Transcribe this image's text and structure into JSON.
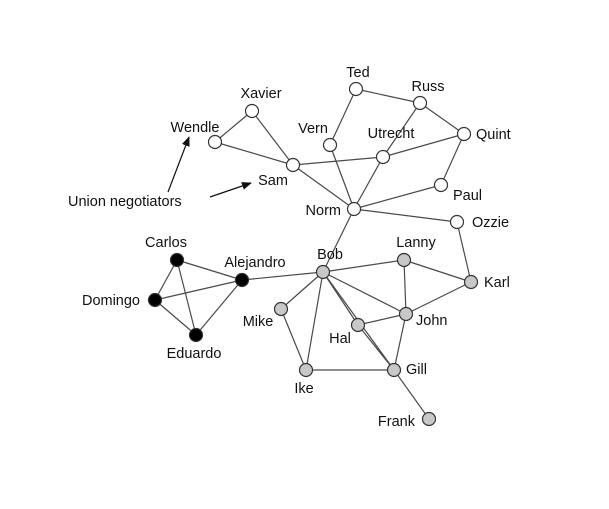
{
  "colors": {
    "white_group": "#ffffff",
    "black_group": "#000000",
    "gray_group": "#c8c8c8"
  },
  "nodes": [
    {
      "id": "ted",
      "label": "Ted",
      "group": "white"
    },
    {
      "id": "russ",
      "label": "Russ",
      "group": "white"
    },
    {
      "id": "xavier",
      "label": "Xavier",
      "group": "white"
    },
    {
      "id": "vern",
      "label": "Vern",
      "group": "white"
    },
    {
      "id": "utrecht",
      "label": "Utrecht",
      "group": "white"
    },
    {
      "id": "quint",
      "label": "Quint",
      "group": "white"
    },
    {
      "id": "wendle",
      "label": "Wendle",
      "group": "white"
    },
    {
      "id": "sam",
      "label": "Sam",
      "group": "white"
    },
    {
      "id": "paul",
      "label": "Paul",
      "group": "white"
    },
    {
      "id": "norm",
      "label": "Norm",
      "group": "white"
    },
    {
      "id": "ozzie",
      "label": "Ozzie",
      "group": "white"
    },
    {
      "id": "carlos",
      "label": "Carlos",
      "group": "black"
    },
    {
      "id": "alejandro",
      "label": "Alejandro",
      "group": "black"
    },
    {
      "id": "domingo",
      "label": "Domingo",
      "group": "black"
    },
    {
      "id": "eduardo",
      "label": "Eduardo",
      "group": "black"
    },
    {
      "id": "bob",
      "label": "Bob",
      "group": "gray"
    },
    {
      "id": "lanny",
      "label": "Lanny",
      "group": "gray"
    },
    {
      "id": "karl",
      "label": "Karl",
      "group": "gray"
    },
    {
      "id": "mike",
      "label": "Mike",
      "group": "gray"
    },
    {
      "id": "john",
      "label": "John",
      "group": "gray"
    },
    {
      "id": "hal",
      "label": "Hal",
      "group": "gray"
    },
    {
      "id": "gill",
      "label": "Gill",
      "group": "gray"
    },
    {
      "id": "ike",
      "label": "Ike",
      "group": "gray"
    },
    {
      "id": "frank",
      "label": "Frank",
      "group": "gray"
    }
  ],
  "edges": [
    [
      "ted",
      "russ"
    ],
    [
      "ted",
      "vern"
    ],
    [
      "russ",
      "quint"
    ],
    [
      "russ",
      "utrecht"
    ],
    [
      "quint",
      "utrecht"
    ],
    [
      "quint",
      "paul"
    ],
    [
      "xavier",
      "wendle"
    ],
    [
      "xavier",
      "sam"
    ],
    [
      "wendle",
      "sam"
    ],
    [
      "sam",
      "utrecht"
    ],
    [
      "sam",
      "norm"
    ],
    [
      "vern",
      "norm"
    ],
    [
      "utrecht",
      "norm"
    ],
    [
      "paul",
      "norm"
    ],
    [
      "norm",
      "ozzie"
    ],
    [
      "norm",
      "bob"
    ],
    [
      "ozzie",
      "karl"
    ],
    [
      "carlos",
      "domingo"
    ],
    [
      "carlos",
      "eduardo"
    ],
    [
      "carlos",
      "alejandro"
    ],
    [
      "domingo",
      "alejandro"
    ],
    [
      "domingo",
      "eduardo"
    ],
    [
      "eduardo",
      "alejandro"
    ],
    [
      "alejandro",
      "bob"
    ],
    [
      "bob",
      "lanny"
    ],
    [
      "bob",
      "mike"
    ],
    [
      "bob",
      "ike"
    ],
    [
      "bob",
      "hal"
    ],
    [
      "bob",
      "john"
    ],
    [
      "bob",
      "gill"
    ],
    [
      "lanny",
      "karl"
    ],
    [
      "lanny",
      "john"
    ],
    [
      "karl",
      "john"
    ],
    [
      "mike",
      "ike"
    ],
    [
      "hal",
      "john"
    ],
    [
      "john",
      "gill"
    ],
    [
      "hal",
      "gill"
    ],
    [
      "ike",
      "gill"
    ],
    [
      "gill",
      "frank"
    ]
  ],
  "annotation": {
    "text": "Union negotiators",
    "points_to": [
      "wendle",
      "sam"
    ]
  }
}
